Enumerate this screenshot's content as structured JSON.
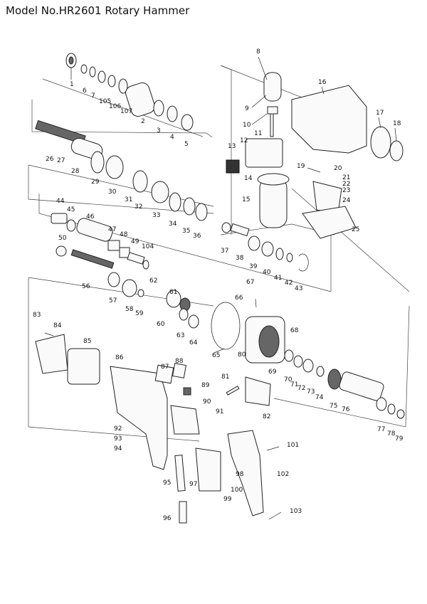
{
  "title": "Model No.HR2601 Rotary Hammer",
  "part_numbers": [
    "1",
    "6",
    "7",
    "105",
    "106",
    "107",
    "2",
    "3",
    "4",
    "5",
    "8",
    "9",
    "10",
    "11",
    "12",
    "13",
    "14",
    "15",
    "16",
    "17",
    "18",
    "19",
    "20",
    "21",
    "22",
    "23",
    "24",
    "25",
    "26",
    "27",
    "28",
    "29",
    "30",
    "31",
    "32",
    "33",
    "34",
    "35",
    "36",
    "37",
    "38",
    "39",
    "40",
    "41",
    "42",
    "43",
    "44",
    "45",
    "46",
    "47",
    "48",
    "49",
    "104",
    "50",
    "56",
    "57",
    "58",
    "59",
    "62",
    "61",
    "60",
    "63",
    "64",
    "65",
    "66",
    "67",
    "68",
    "69",
    "70",
    "71",
    "72",
    "73",
    "74",
    "75",
    "76",
    "77",
    "78",
    "79",
    "80",
    "81",
    "82",
    "83",
    "84",
    "85",
    "86",
    "87",
    "88",
    "89",
    "90",
    "91",
    "92",
    "93",
    "94",
    "95",
    "96",
    "97",
    "98",
    "99",
    "100",
    "101",
    "102",
    "103"
  ]
}
